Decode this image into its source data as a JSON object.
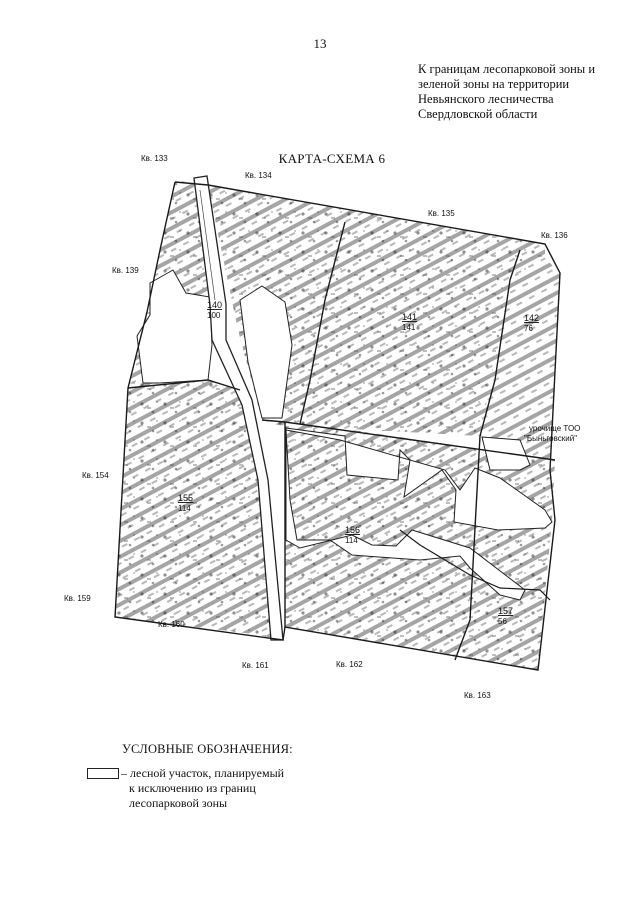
{
  "page_number": "13",
  "header_note": [
    "К границам лесопарковой зоны и",
    "зеленой зоны на территории",
    "Невьянского лесничества",
    "Свердловской области"
  ],
  "map_title": "КАРТА-СХЕМА 6",
  "quarter_labels": {
    "kv133": "Кв. 133",
    "kv134": "Кв. 134",
    "kv135": "Кв. 135",
    "kv136": "Кв. 136",
    "kv139": "Кв. 139",
    "kv154": "Кв. 154",
    "kv159": "Кв. 159",
    "kv160": "Кв. 160",
    "kv161": "Кв. 161",
    "kv162": "Кв. 162",
    "kv163": "Кв. 163"
  },
  "parcel_labels": {
    "p140": {
      "number": "140",
      "area": "100"
    },
    "p141": {
      "number": "141",
      "area": "141"
    },
    "p142": {
      "number": "142",
      "area": "76"
    },
    "p155": {
      "number": "155",
      "area": "114"
    },
    "p156": {
      "number": "156",
      "area": "114"
    },
    "p157": {
      "number": "157",
      "area": "56"
    }
  },
  "tract_label": [
    "урочище ТОО",
    "\"Быньговский\""
  ],
  "legend": {
    "title": "УСЛОВНЫЕ ОБОЗНАЧЕНИЯ:",
    "lines": [
      "– лесной участок, планируемый",
      "к исключению из границ",
      "лесопарковой зоны"
    ]
  }
}
